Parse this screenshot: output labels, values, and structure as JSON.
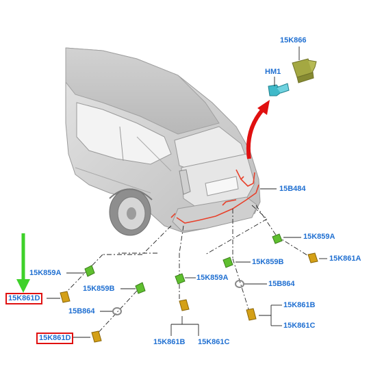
{
  "diagram": {
    "callouts": {
      "module": "15K866",
      "horn": "HM1",
      "harness": "15B484",
      "bracket_right": "15K859A",
      "sensor_right": "15K861A",
      "bracket_far_left": "15K859A",
      "sensor_far_left": "15K861D",
      "bracket_inner_left": "15K859B",
      "ring_left": "15B864",
      "sensor_bottom_left": "15K861D",
      "bracket_center": "15K859A",
      "sensor_center_b": "15K861B",
      "sensor_center_c": "15K861C",
      "bracket_center_right": "15K859B",
      "ring_center_right": "15B864",
      "sensor_center_right_b": "15K861B",
      "sensor_center_right_c": "15K861C"
    },
    "colors": {
      "label": "#1f6fd1",
      "highlight_box": "#e01010",
      "red_arrow": "#e01010",
      "green_arrow": "#3ed12a",
      "bracket_green": "#5fbf2f",
      "sensor_gold": "#d4a017",
      "module_green": "#a4a842",
      "horn_cyan": "#3fb9c9",
      "harness_red": "#e8402a"
    }
  }
}
